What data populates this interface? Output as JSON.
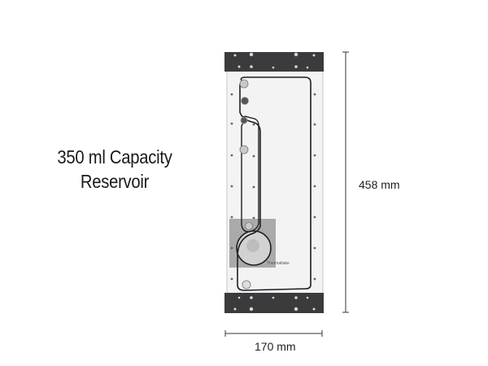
{
  "caption": {
    "line1": "350 ml Capacity",
    "line2": "Reservoir"
  },
  "dimensions": {
    "height": "458 mm",
    "width": "170 mm"
  },
  "product": {
    "logo_text": "Thermaltake"
  },
  "colors": {
    "bracket": "#3a3a3c",
    "plate": "#f4f4f4",
    "pump": "#a9a9a9",
    "channel": "#1e1e1e"
  }
}
